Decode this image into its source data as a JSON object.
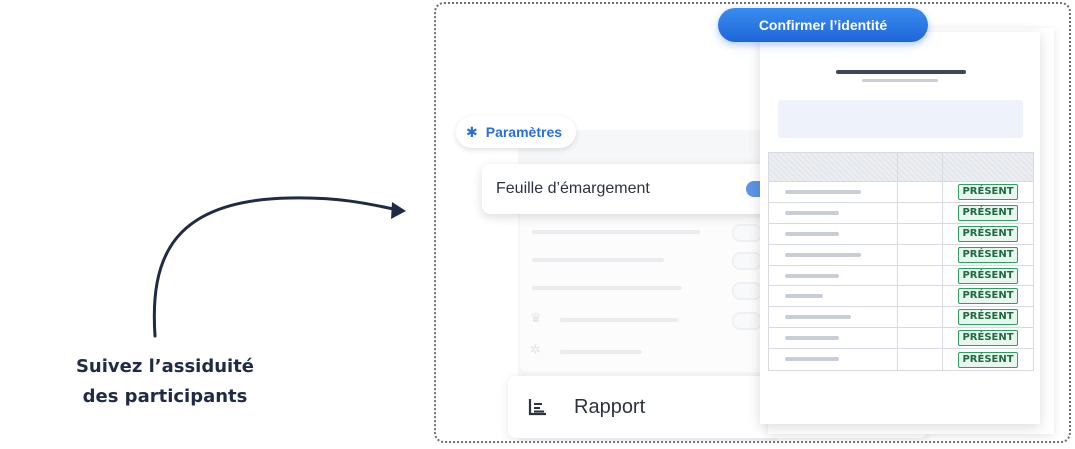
{
  "caption": {
    "line1": "Suivez l’assiduité",
    "line2": "des participants"
  },
  "settings": {
    "pill_label": "Paramètres",
    "pill_icon": "gear-icon",
    "sheet_toggle_label": "Feuille d’émargement",
    "sheet_toggle_on": true
  },
  "report": {
    "label": "Rapport",
    "icon": "bar-chart-icon"
  },
  "document": {
    "confirm_button": "Confirmer l’identité",
    "rows": [
      {
        "status": "PRÉSENT"
      },
      {
        "status": "PRÉSENT"
      },
      {
        "status": "PRÉSENT"
      },
      {
        "status": "PRÉSENT"
      },
      {
        "status": "PRÉSENT"
      },
      {
        "status": "PRÉSENT"
      },
      {
        "status": "PRÉSENT"
      },
      {
        "status": "PRÉSENT"
      },
      {
        "status": "PRÉSENT"
      }
    ]
  },
  "colors": {
    "accent": "#1f6fdc",
    "present_border": "#2e9e62",
    "text_dark": "#1f2a44"
  }
}
